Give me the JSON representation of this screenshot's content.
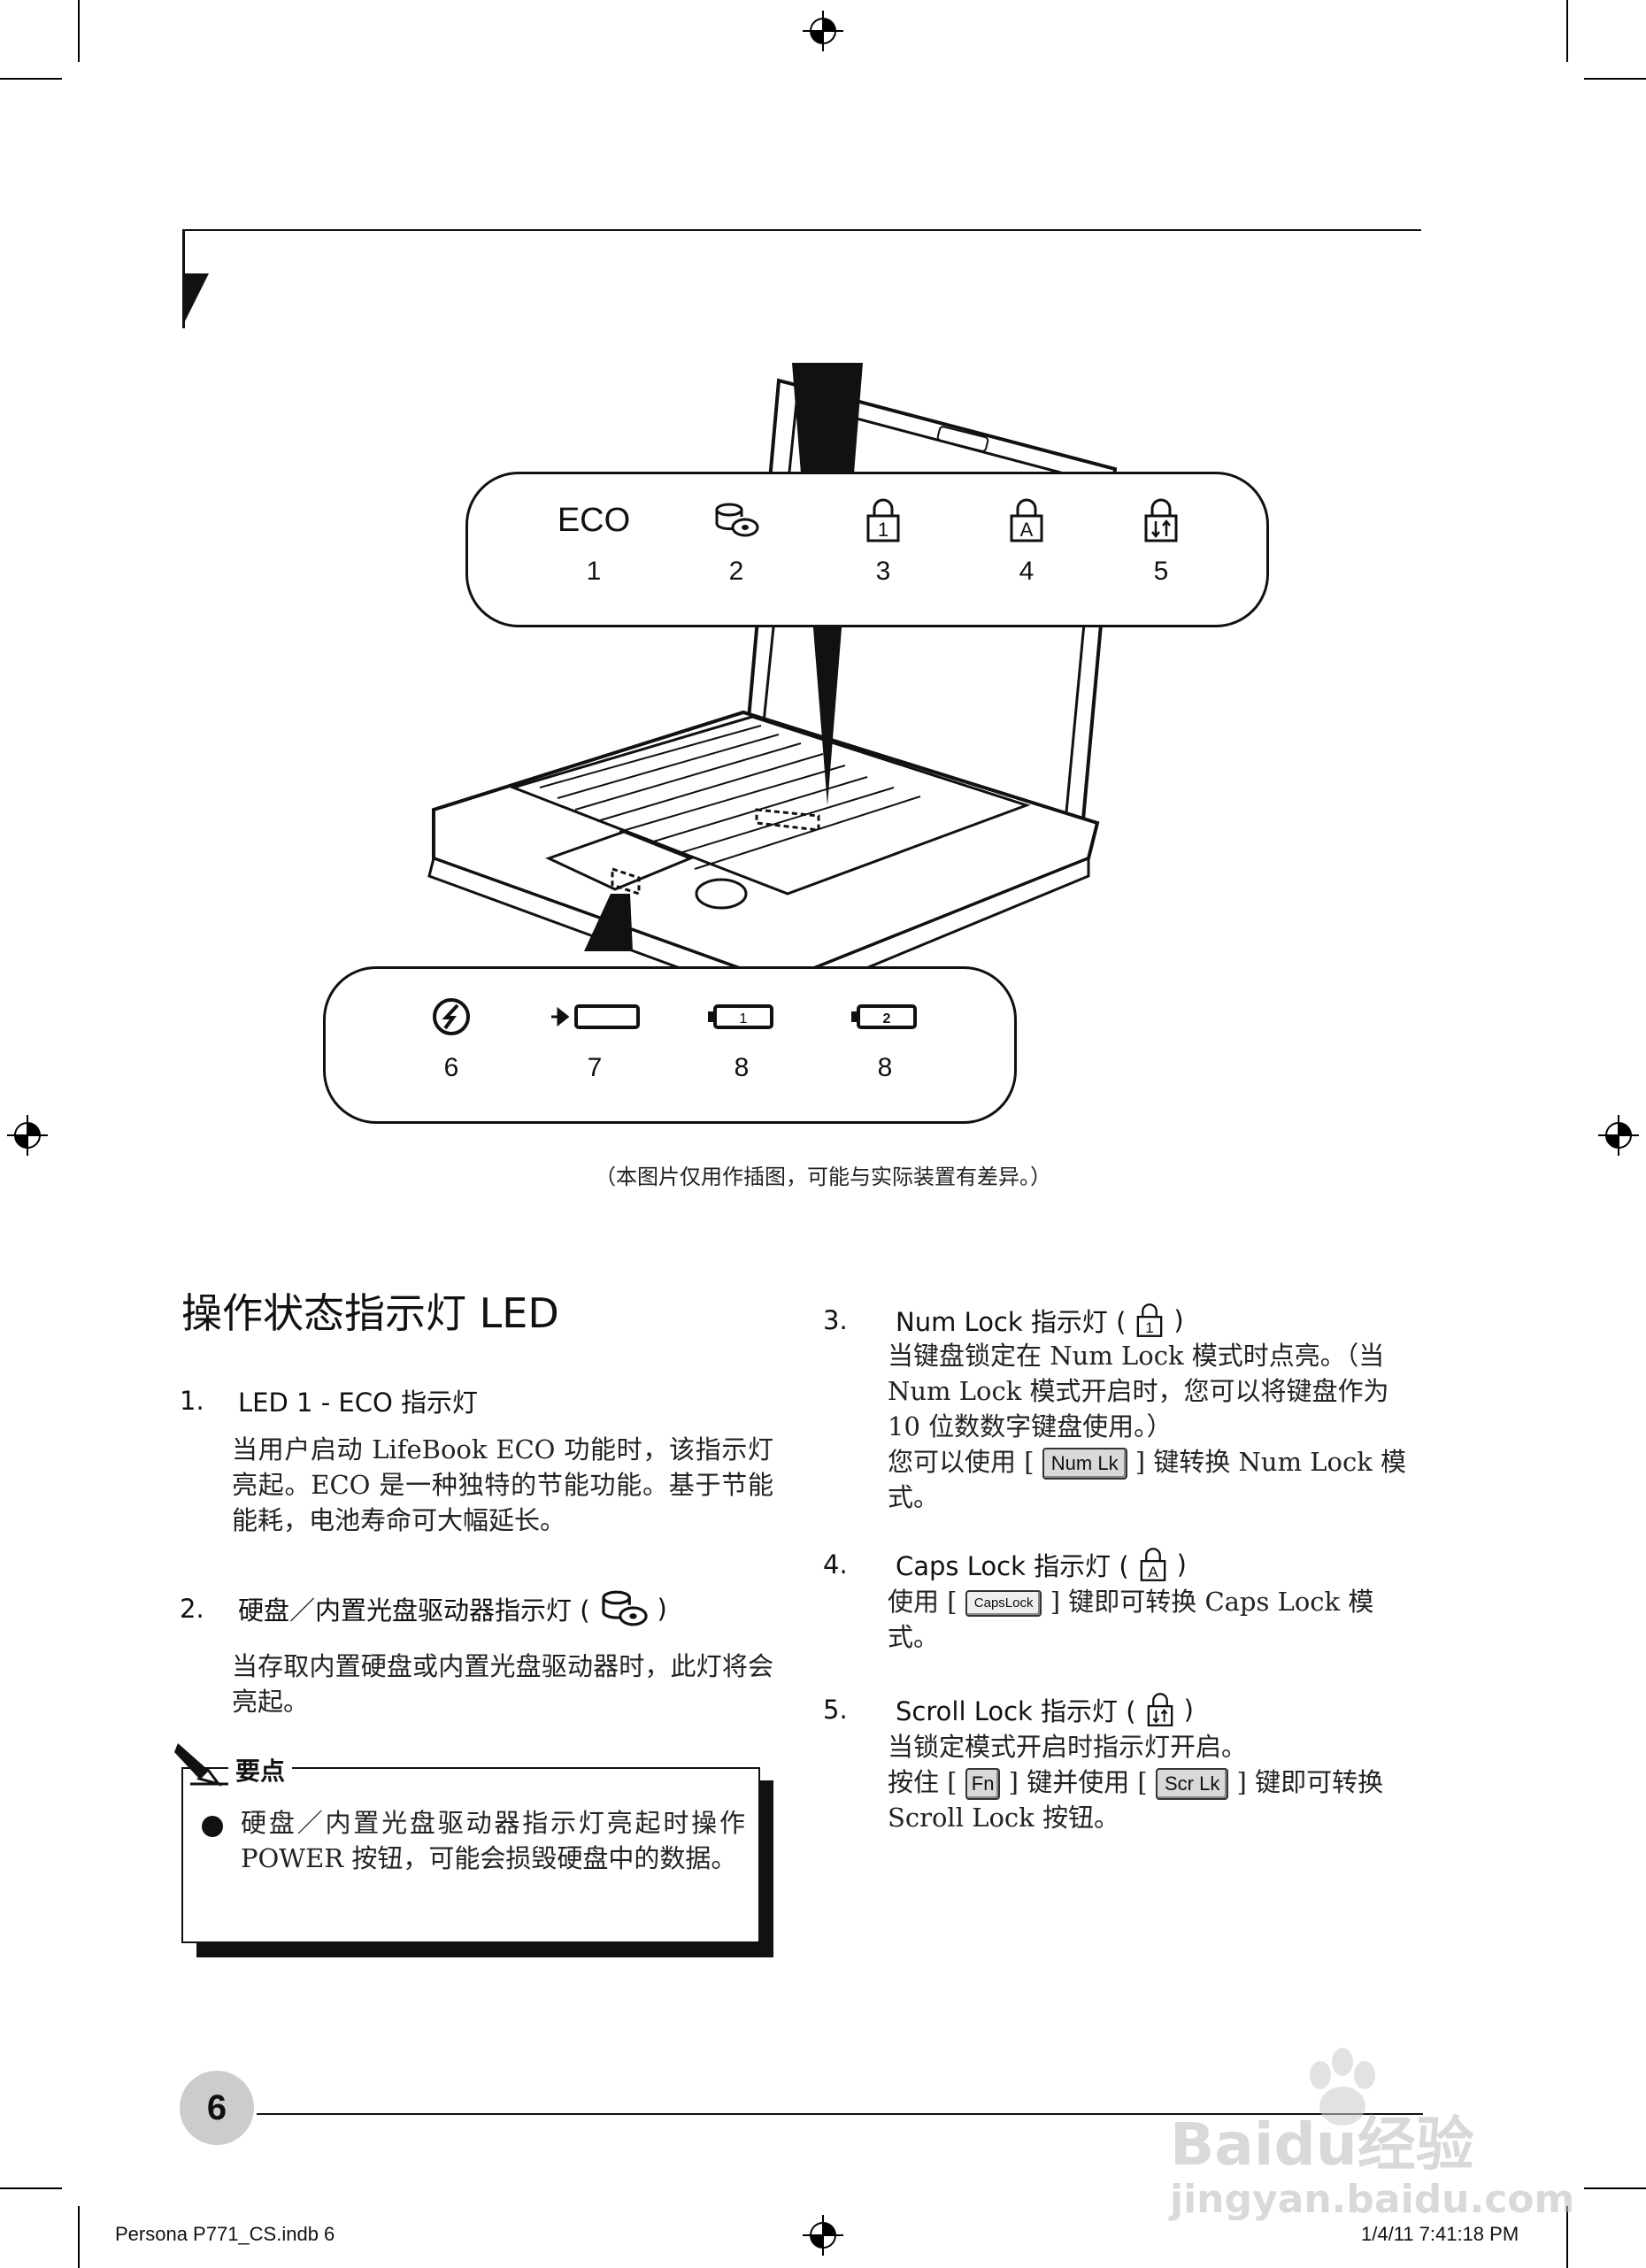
{
  "figure": {
    "top_indicators": [
      {
        "symbol": "ECO",
        "icon": "eco-text",
        "number": "1"
      },
      {
        "symbol": "",
        "icon": "disk-drive-icon",
        "number": "2"
      },
      {
        "symbol": "1",
        "icon": "num-lock-icon",
        "number": "3"
      },
      {
        "symbol": "A",
        "icon": "caps-lock-icon",
        "number": "4"
      },
      {
        "symbol": "",
        "icon": "scroll-lock-icon",
        "number": "5"
      }
    ],
    "bottom_indicators": [
      {
        "icon": "power-icon",
        "number": "6"
      },
      {
        "icon": "ac-adapter-icon",
        "number": "7"
      },
      {
        "icon": "battery-1-icon",
        "label": "1",
        "number": "8"
      },
      {
        "icon": "battery-2-icon",
        "label": "2",
        "number": "8"
      }
    ],
    "caption": "（本图片仅用作插图，可能与实际装置有差异。）"
  },
  "section": {
    "title": "操作状态指示灯 LED"
  },
  "items": {
    "item1": {
      "num": "1.",
      "title": "LED 1 - ECO 指示灯",
      "body": "当用户启动 LifeBook ECO 功能时，该指示灯亮起。ECO 是一种独特的节能功能。基于节能能耗，电池寿命可大幅延长。"
    },
    "item2": {
      "num": "2.",
      "title": "硬盘／内置光盘驱动器指示灯 (",
      "title_end": ")",
      "body": "当存取内置硬盘或内置光盘驱动器时，此灯将会亮起。"
    },
    "note": {
      "label": "要点",
      "text": "硬盘／内置光盘驱动器指示灯亮起时操作 POWER 按钮，可能会损毁硬盘中的数据。"
    },
    "item3": {
      "num": "3.",
      "title": "Num Lock 指示灯 (",
      "title_end": ")",
      "line1": "当键盘锁定在 Num Lock 模式时点亮。（当",
      "line2": "Num Lock 模式开启时，您可以将键盘作为",
      "line3": "10 位数数字键盘使用。）",
      "line4_pre": "您可以使用 [",
      "line4_key": "Num Lk",
      "line4_post": "] 键转换 Num Lock 模",
      "line5": "式。"
    },
    "item4": {
      "num": "4.",
      "title": "Caps Lock 指示灯 (",
      "title_end": ")",
      "icon_letter": "A",
      "line1_pre": "使用 [",
      "line1_key": "CapsLock",
      "line1_post": "] 键即可转换 Caps Lock 模",
      "line2": "式。"
    },
    "item5": {
      "num": "5.",
      "title": "Scroll Lock 指示灯 (",
      "title_end": ")",
      "line1": "当锁定模式开启时指示灯开启。",
      "line2_pre": "按住 [",
      "line2_key1": "Fn",
      "line2_mid": "] 键并使用 [",
      "line2_key2": "Scr Lk",
      "line2_post": "] 键即可转换",
      "line3": "Scroll Lock 按钮。"
    }
  },
  "page": {
    "number": "6",
    "footer_left": "Persona P771_CS.indb   6",
    "footer_right": "1/4/11   7:41:18 PM"
  },
  "watermark": {
    "text1": "Baidu经验",
    "text2": "jingyan.baidu.com"
  }
}
